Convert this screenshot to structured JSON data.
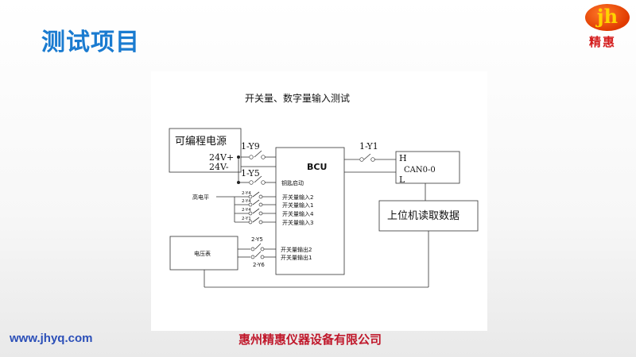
{
  "header": {
    "title": "测试项目",
    "logo_letters": "jh",
    "logo_name": "精惠"
  },
  "diagram": {
    "title": "开关量、数字量输入测试",
    "power_supply": "可编程电源",
    "v_plus": "24V+",
    "v_minus": "24V-",
    "relay_1y9": "1-Y9",
    "relay_1y5": "1-Y5",
    "relay_1y1": "1-Y1",
    "bcu": "BCU",
    "key_start": "钥匙启动",
    "high_level": "高电平",
    "relay_2y4a": "2-Y4",
    "relay_2y4b": "2-Y4",
    "relay_2y4c": "2-Y4",
    "relay_2y1": "2-Y1",
    "input_2": "开关量输入2",
    "input_1": "开关量输入1",
    "input_4": "开关量输入4",
    "input_3": "开关量输入3",
    "can_h": "H",
    "can_name": "CAN0-0",
    "can_l": "L",
    "host": "上位机读取数据",
    "voltmeter": "电压表",
    "relay_2y5": "2-Y5",
    "relay_2y6": "2-Y6",
    "output_2": "开关量输出2",
    "output_1": "开关量输出1"
  },
  "footer": {
    "url": "www.jhyq.com",
    "company": "惠州精惠仪器设备有限公司"
  },
  "colors": {
    "title_blue": "#1a7bd0",
    "url_blue": "#2b4fb8",
    "company_red": "#c0182b",
    "logo_orange": "#e03a00",
    "logo_yellow": "#ffd400"
  }
}
